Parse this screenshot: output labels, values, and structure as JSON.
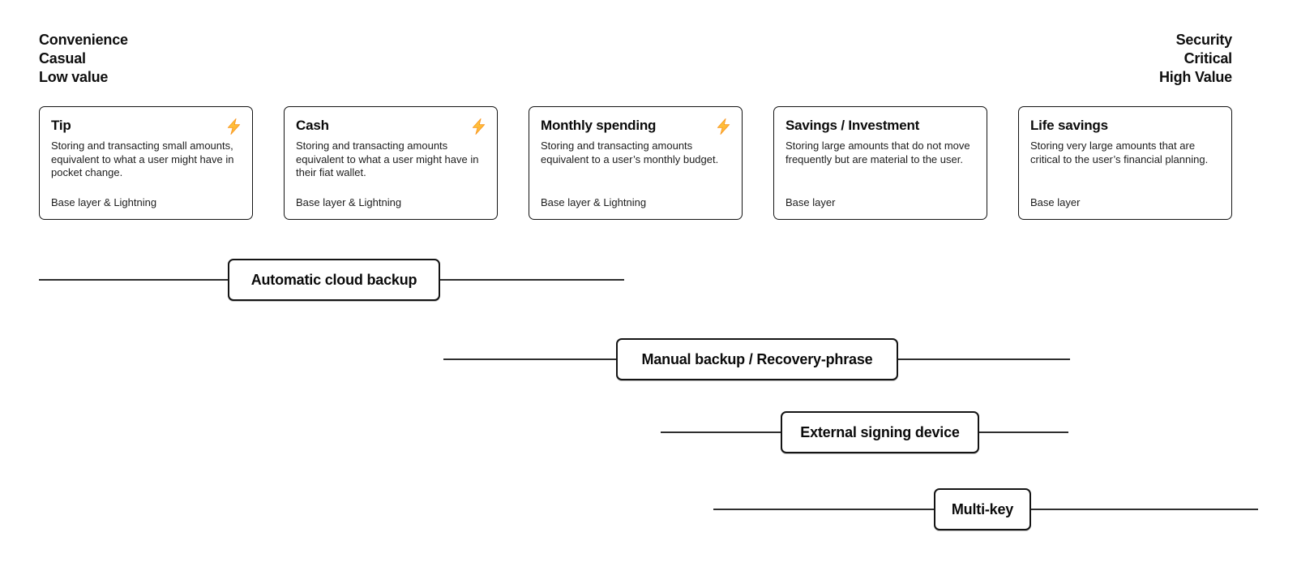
{
  "axis": {
    "left": {
      "lines": [
        "Convenience",
        "Casual",
        "Low value"
      ]
    },
    "right": {
      "lines": [
        "Security",
        "Critical",
        "High Value"
      ]
    }
  },
  "cards": [
    {
      "title": "Tip",
      "description": "Storing and transacting small amounts, equivalent to what a user might have in pocket change.",
      "layers": "Base layer & Lightning",
      "lightning": true
    },
    {
      "title": "Cash",
      "description": "Storing and transacting amounts equivalent to what a user might have in their fiat wallet.",
      "layers": "Base layer & Lightning",
      "lightning": true
    },
    {
      "title": "Monthly spending",
      "description": "Storing and transacting amounts equivalent to a user’s monthly budget.",
      "layers": "Base layer & Lightning",
      "lightning": true
    },
    {
      "title": "Savings / Investment",
      "description": "Storing large amounts that do not move frequently but are material to the user.",
      "layers": "Base layer",
      "lightning": false
    },
    {
      "title": "Life savings",
      "description": "Storing very large amounts that are critical to the user’s financial planning.",
      "layers": "Base layer",
      "lightning": false
    }
  ],
  "methods": [
    {
      "label": "Automatic cloud backup"
    },
    {
      "label": "Manual backup / Recovery-phrase"
    },
    {
      "label": "External signing device"
    },
    {
      "label": "Multi-key"
    }
  ],
  "colors": {
    "line": "#2e2e2e",
    "border": "#141414",
    "bolt_fill_top": "#FFCB3E",
    "bolt_fill_bottom": "#FFAC33",
    "bolt_stroke": "#F7941D"
  }
}
